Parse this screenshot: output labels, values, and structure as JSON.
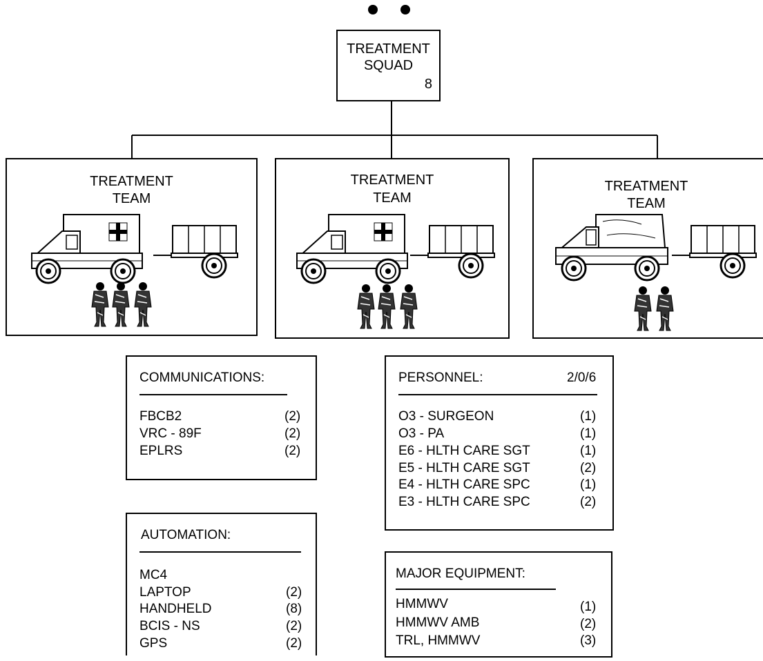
{
  "squad": {
    "title_line1": "TREATMENT",
    "title_line2": "SQUAD",
    "count": "8"
  },
  "teams": [
    {
      "title_line1": "TREATMENT",
      "title_line2": "TEAM",
      "vehicle": "ambulance-icon",
      "soldiers": 3
    },
    {
      "title_line1": "TREATMENT",
      "title_line2": "TEAM",
      "vehicle": "ambulance-icon",
      "soldiers": 3
    },
    {
      "title_line1": "TREATMENT",
      "title_line2": "TEAM",
      "vehicle": "cargo-truck-icon",
      "soldiers": 2
    }
  ],
  "communications": {
    "title": "COMMUNICATIONS:",
    "items": [
      {
        "name": "FBCB2",
        "qty": "(2)"
      },
      {
        "name": "VRC - 89F",
        "qty": "(2)"
      },
      {
        "name": "EPLRS",
        "qty": "(2)"
      }
    ]
  },
  "automation": {
    "title": "AUTOMATION:",
    "items": [
      {
        "name": "MC4",
        "qty": ""
      },
      {
        "name": "LAPTOP",
        "qty": "(2)"
      },
      {
        "name": "HANDHELD",
        "qty": "(8)"
      },
      {
        "name": "BCIS - NS",
        "qty": "(2)"
      },
      {
        "name": "GPS",
        "qty": "(2)"
      }
    ]
  },
  "personnel": {
    "title": "PERSONNEL:",
    "total": "2/0/6",
    "items": [
      {
        "name": "O3 - SURGEON",
        "qty": "(1)"
      },
      {
        "name": "O3 - PA",
        "qty": "(1)"
      },
      {
        "name": "E6 - HLTH CARE SGT",
        "qty": "(1)"
      },
      {
        "name": "E5 - HLTH CARE SGT",
        "qty": "(2)"
      },
      {
        "name": "E4 - HLTH CARE SPC",
        "qty": "(1)"
      },
      {
        "name": "E3 - HLTH CARE SPC",
        "qty": "(2)"
      }
    ]
  },
  "major_equipment": {
    "title": "MAJOR EQUIPMENT:",
    "items": [
      {
        "name": "HMMWV",
        "qty": "(1)"
      },
      {
        "name": "HMMWV AMB",
        "qty": "(2)"
      },
      {
        "name": "TRL, HMMWV",
        "qty": "(3)"
      }
    ]
  }
}
